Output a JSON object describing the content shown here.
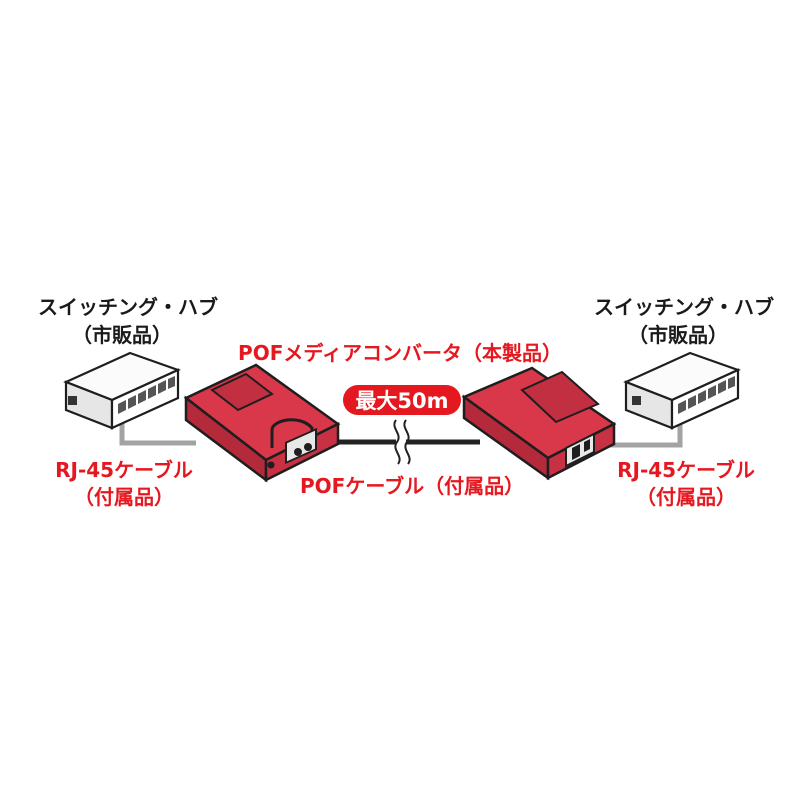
{
  "labels": {
    "hub_left_title": "スイッチング・ハブ",
    "hub_left_sub": "（市販品）",
    "hub_right_title": "スイッチング・ハブ",
    "hub_right_sub": "（市販品）",
    "converter": "POFメディアコンバータ（本製品）",
    "distance": "最大50m",
    "rj45_left_title": "RJ-45ケーブル",
    "rj45_left_sub": "（付属品）",
    "rj45_right_title": "RJ-45ケーブル",
    "rj45_right_sub": "（付属品）",
    "pof_cable": "POFケーブル（付属品）"
  },
  "colors": {
    "accent_red": "#e5171f",
    "device_red": "#d8384a",
    "device_red_dark": "#a51f2e",
    "cable_gray": "#a3a3a3",
    "pof_cable": "#222222"
  },
  "icons": [
    "switching-hub-icon",
    "media-converter-icon",
    "cable-break-icon"
  ]
}
